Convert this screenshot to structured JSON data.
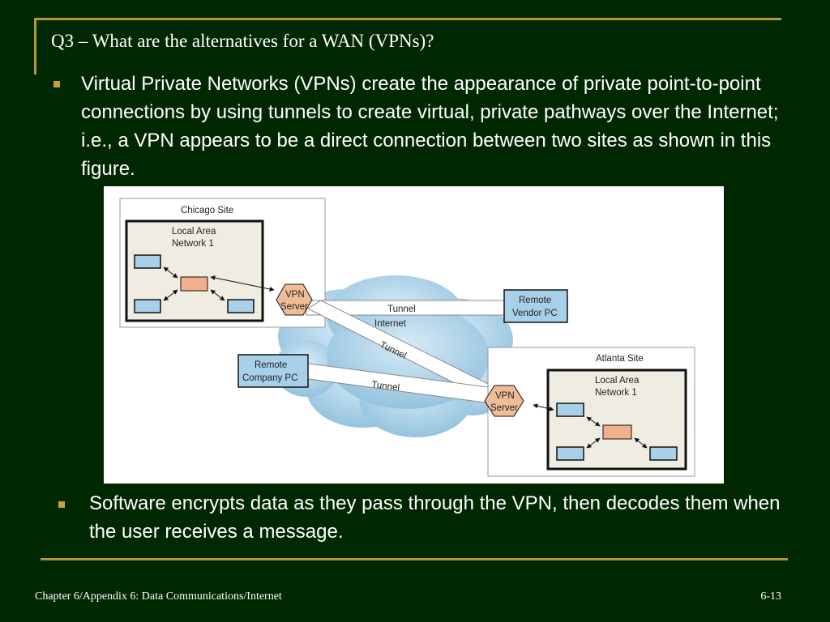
{
  "slide": {
    "title": "Q3 – What are the alternatives for a WAN (VPNs)?",
    "bullet1": "Virtual Private Networks (VPNs) create the appearance of private point-to-point connections by using tunnels to create virtual, private pathways over the Internet; i.e., a VPN appears to be a direct connection between two sites as shown in this figure.",
    "bullet2": "Software encrypts data as they pass through the VPN, then decodes them when the user receives a message."
  },
  "diagram": {
    "chicago_site": "Chicago Site",
    "atlanta_site": "Atlanta Site",
    "lan_line1": "Local Area",
    "lan_line2": "Network 1",
    "vpn_line1": "VPN",
    "vpn_line2": "Server",
    "remote_vendor_line1": "Remote",
    "remote_vendor_line2": "Vendor PC",
    "remote_company_line1": "Remote",
    "remote_company_line2": "Company PC",
    "internet": "Internet",
    "tunnel": "Tunnel"
  },
  "footer": {
    "left": "Chapter 6/Appendix 6: Data Communications/Internet",
    "right": "6-13"
  },
  "colors": {
    "background": "#002800",
    "accent_gold": "#b8962e",
    "vpn_server": "#f0bc96",
    "hub": "#f0b08c",
    "pc": "#a8d0e8",
    "lan_fill": "#efede2",
    "cloud": "#a6cde3"
  }
}
